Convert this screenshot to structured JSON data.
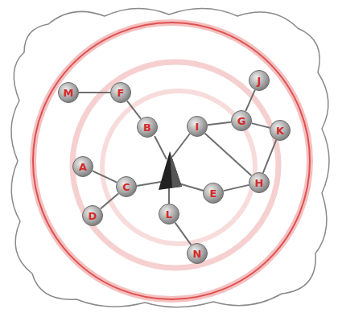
{
  "diagram": {
    "nodes": [
      {
        "text": [
          "M"
        ]
      },
      {
        "text": [
          "F"
        ]
      },
      {
        "text": [
          "J"
        ]
      },
      {
        "text": [
          "B"
        ]
      },
      {
        "text": [
          "I"
        ]
      },
      {
        "text": [
          "G"
        ]
      },
      {
        "text": [
          "K"
        ]
      },
      {
        "text": [
          "A"
        ]
      },
      {
        "text": [
          "C"
        ]
      },
      {
        "text": [
          "H"
        ]
      },
      {
        "text": [
          "E"
        ]
      },
      {
        "text": [
          "D"
        ]
      },
      {
        "text": [
          "L"
        ]
      },
      {
        "text": [
          "N"
        ]
      }
    ],
    "edges": [
      {
        "from": 0,
        "to": 1,
        "arrow": "none"
      },
      {
        "from": 1,
        "to": 3,
        "arrow": "none"
      },
      {
        "from": 7,
        "to": 8,
        "arrow": "none"
      },
      {
        "from": 11,
        "to": 8,
        "arrow": "none"
      },
      {
        "from": 12,
        "to": 13,
        "arrow": "none"
      },
      {
        "from": 4,
        "to": 5,
        "arrow": "none"
      },
      {
        "from": 5,
        "to": 2,
        "arrow": "none"
      },
      {
        "from": 5,
        "to": 6,
        "arrow": "none"
      },
      {
        "from": 6,
        "to": 9,
        "arrow": "none"
      },
      {
        "from": 9,
        "to": 10,
        "arrow": "none"
      },
      {
        "from": 4,
        "to": 9,
        "arrow": "none"
      }
    ]
  }
}
